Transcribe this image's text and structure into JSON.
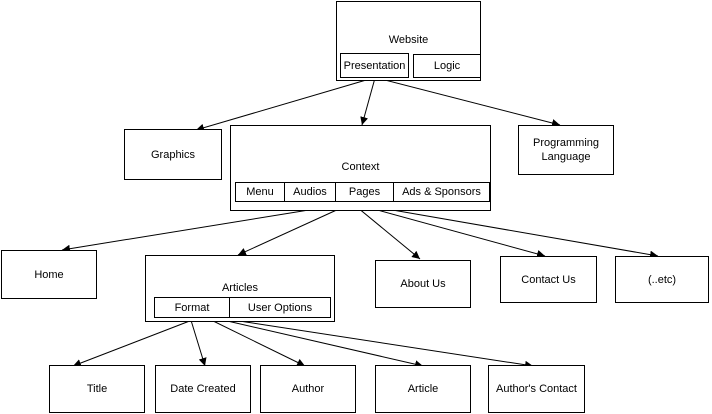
{
  "website": {
    "title": "Website",
    "presentation": "Presentation",
    "logic": "Logic"
  },
  "graphics": "Graphics",
  "programming": "Programming Language",
  "context": {
    "title": "Context",
    "menu": "Menu",
    "audios": "Audios",
    "pages": "Pages",
    "ads": "Ads & Sponsors"
  },
  "home": "Home",
  "articles": {
    "title": "Articles",
    "format": "Format",
    "user_options": "User Options"
  },
  "about": "About Us",
  "contact": "Contact Us",
  "etc": "(..etc)",
  "title": "Title",
  "date_created": "Date Created",
  "author": "Author",
  "article": "Article",
  "authors_contact": "Author's Contact"
}
